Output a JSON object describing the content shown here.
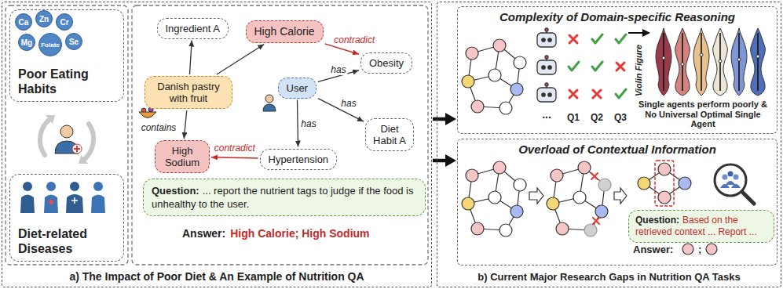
{
  "diagram": {
    "nodes": [
      {
        "text": [
          "a) The Impact of Poor Diet & An Example of Nutrition QA"
        ]
      },
      {
        "text": [
          "Poor Eating Habits"
        ],
        "in": 0
      },
      {
        "text": [
          "Ca"
        ],
        "in": 1
      },
      {
        "text": [
          "Zn"
        ],
        "in": 1
      },
      {
        "text": [
          "Cr"
        ],
        "in": 1
      },
      {
        "text": [
          "Mg"
        ],
        "in": 1
      },
      {
        "text": [
          "Folate"
        ],
        "in": 1
      },
      {
        "text": [
          "Se"
        ],
        "in": 1
      },
      {
        "text": [
          "Diet-related Diseases"
        ],
        "in": 0
      },
      {
        "text": [
          "Ingredient A"
        ],
        "in": 0
      },
      {
        "text": [
          "High Calorie"
        ],
        "in": 0
      },
      {
        "text": [
          "Danish pastry with fruit"
        ],
        "in": 0
      },
      {
        "text": [
          "User"
        ],
        "in": 0
      },
      {
        "text": [
          "Obesity"
        ],
        "in": 0
      },
      {
        "text": [
          "Diet Habit A"
        ],
        "in": 0
      },
      {
        "text": [
          "High Sodium"
        ],
        "in": 0
      },
      {
        "text": [
          "Hypertension"
        ],
        "in": 0
      },
      {
        "text": [
          "Question:",
          "... report the nutrient tags to judge if the food is unhealthy to the user."
        ],
        "in": 0
      },
      {
        "text": [
          "b) Current Major Research Gaps in Nutrition QA Tasks"
        ]
      },
      {
        "text": [
          "Complexity of Domain-specific Reasoning"
        ],
        "in": 18
      },
      {
        "text": [
          "Overload of Contextual Information"
        ],
        "in": 18
      },
      {
        "text": [
          "Question:",
          "Based on the retrieved context ... Report ..."
        ],
        "in": 20
      }
    ],
    "edges": [
      {
        "from": 11,
        "to": 9,
        "arrow": "to"
      },
      {
        "from": 11,
        "to": 10,
        "arrow": "to"
      },
      {
        "from": 11,
        "to": 15,
        "label": "contains",
        "arrow": "to"
      },
      {
        "from": 10,
        "to": 13,
        "label": "contradict",
        "arrow": "to"
      },
      {
        "from": 12,
        "to": 13,
        "label": "has",
        "arrow": "to"
      },
      {
        "from": 12,
        "to": 14,
        "label": "has",
        "arrow": "to"
      },
      {
        "from": 12,
        "to": 16,
        "label": "has",
        "arrow": "to"
      },
      {
        "from": 16,
        "to": 15,
        "label": "contradict",
        "arrow": "to"
      },
      {
        "from": 0,
        "to": 19,
        "arrow": "to"
      },
      {
        "from": 0,
        "to": 20,
        "arrow": "to"
      }
    ],
    "labels": [
      "Answer:",
      "High Calorie; High Sodium",
      "...",
      "Q1",
      "Q2",
      "Q3",
      "Violin Figure",
      "Single agents perform poorly & No Universal Optimal Single Agent",
      "Answer:",
      ";"
    ]
  }
}
